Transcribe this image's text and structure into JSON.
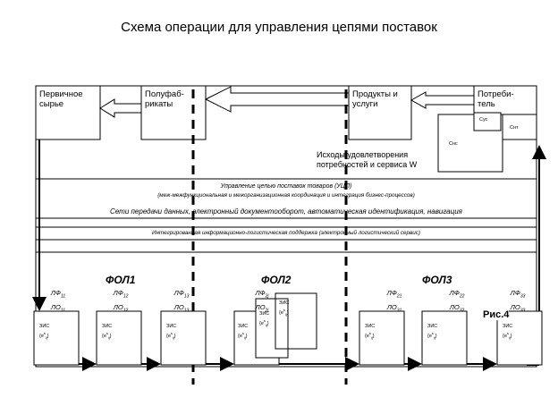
{
  "title": "Схема операции для управления цепями поставок",
  "boxes": {
    "raw": "Первичное\nсырье",
    "semi": "Полуфаб-\nрикаты",
    "products": "Продукты и\nуслуги",
    "consumer": "Потреби-\nтель"
  },
  "inner_labels": {
    "cnc": "Cнс",
    "csc": "Cус",
    "cnt": "Cнт"
  },
  "sources_text": "Исходы удовлетворения\nпотребностей и сервиса W",
  "bands": {
    "band1_line1": "Управление цепью поставок товаров (УЦП)",
    "band1_line2": "(меж-межфункциональная и межорганизационная координация и интеграция бизнес-процессов)",
    "band2": "Сети передачи данных,   электронный документооборот,   автоматическая идентификация,   навигация",
    "band3": "Интегрированная информационно-логистическая поддержка (электронный логистический сервис)"
  },
  "fol": [
    "ФОЛ1",
    "ФОЛ2",
    "ФОЛ3"
  ],
  "lf_groups": [
    {
      "lf": "ЛФ",
      "lf_sub": "11",
      "lo": "ЛО",
      "lo_sub": "11"
    },
    {
      "lf": "ЛФ",
      "lf_sub": "12",
      "lo": "ЛО",
      "lo_sub": "12"
    },
    {
      "lf": "ЛФ",
      "lf_sub": "13",
      "lo": "ЛО",
      "lo_sub": "13"
    },
    {
      "lf": "ЛФ",
      "lf_sub": "2j",
      "lo": "ЛО",
      "lo_sub": "2j"
    },
    {
      "lf": "ЛФ",
      "lf_sub": "21",
      "lo": "ЛО",
      "lo_sub": "31"
    },
    {
      "lf": "ЛФ",
      "lf_sub": "22",
      "lo": "ЛО",
      "lo_sub": "32"
    },
    {
      "lf": "ЛФ",
      "lf_sub": "33",
      "lo": "ЛО",
      "lo_sub": "33"
    }
  ],
  "store_label": "ЗИС",
  "store_formula": "{e",
  "store_formula_sup": "s",
  "store_formula_sub": "ij",
  "store_formula_end": "}",
  "figure_label": "Рис.4"
}
